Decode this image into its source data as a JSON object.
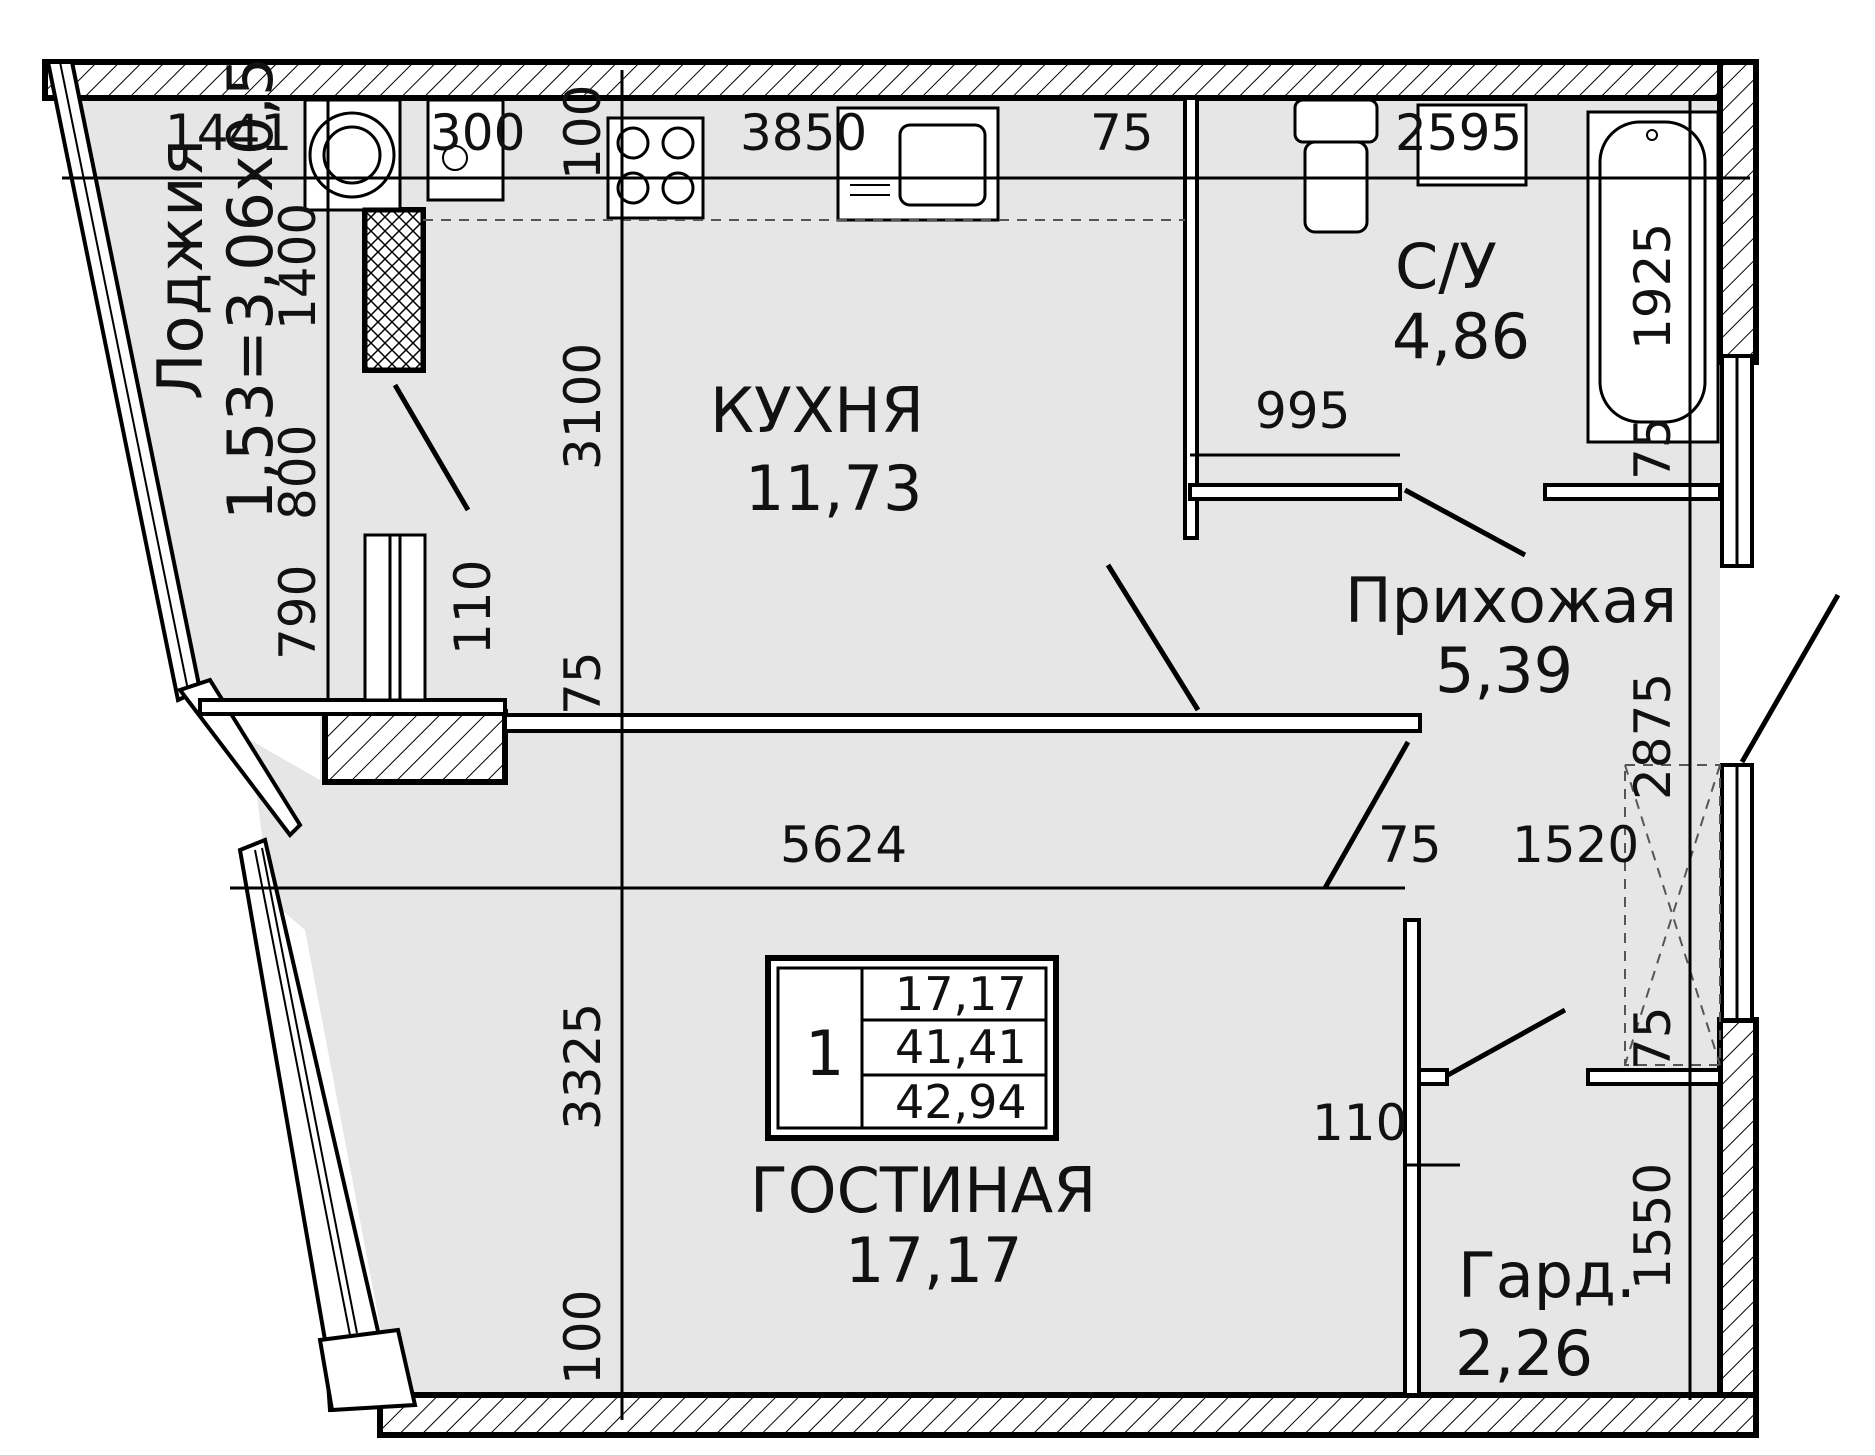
{
  "rooms": {
    "loggia": {
      "name": "Лоджия",
      "formula": "1,53=3,06х0,5"
    },
    "kitchen": {
      "name": "КУХНЯ",
      "area": "11,73"
    },
    "bathroom": {
      "name": "С/У",
      "area": "4,86"
    },
    "hallway": {
      "name": "Прихожая",
      "area": "5,39"
    },
    "living": {
      "name": "ГОСТИНАЯ",
      "area": "17,17"
    },
    "wardrobe": {
      "name": "Гард.",
      "area": "2,26"
    }
  },
  "summary": {
    "rooms_count": "1",
    "living_area": "17,17",
    "total_area": "41,41",
    "total_with_loggia": "42,94"
  },
  "dimensions": {
    "d1441": "1441",
    "d300": "300",
    "d100_top": "100",
    "d3850": "3850",
    "d75_top": "75",
    "d2595": "2595",
    "d1400": "1400",
    "d1925": "1925",
    "d3100": "3100",
    "d995": "995",
    "d800": "800",
    "d75_bath": "75",
    "d790": "790",
    "d110_left": "110",
    "d75_mid": "75",
    "d2875": "2875",
    "d5624": "5624",
    "d75_right": "75",
    "d1520": "1520",
    "d3325": "3325",
    "d75_ward": "75",
    "d110_right": "110",
    "d1550": "1550",
    "d100_bottom": "100"
  }
}
